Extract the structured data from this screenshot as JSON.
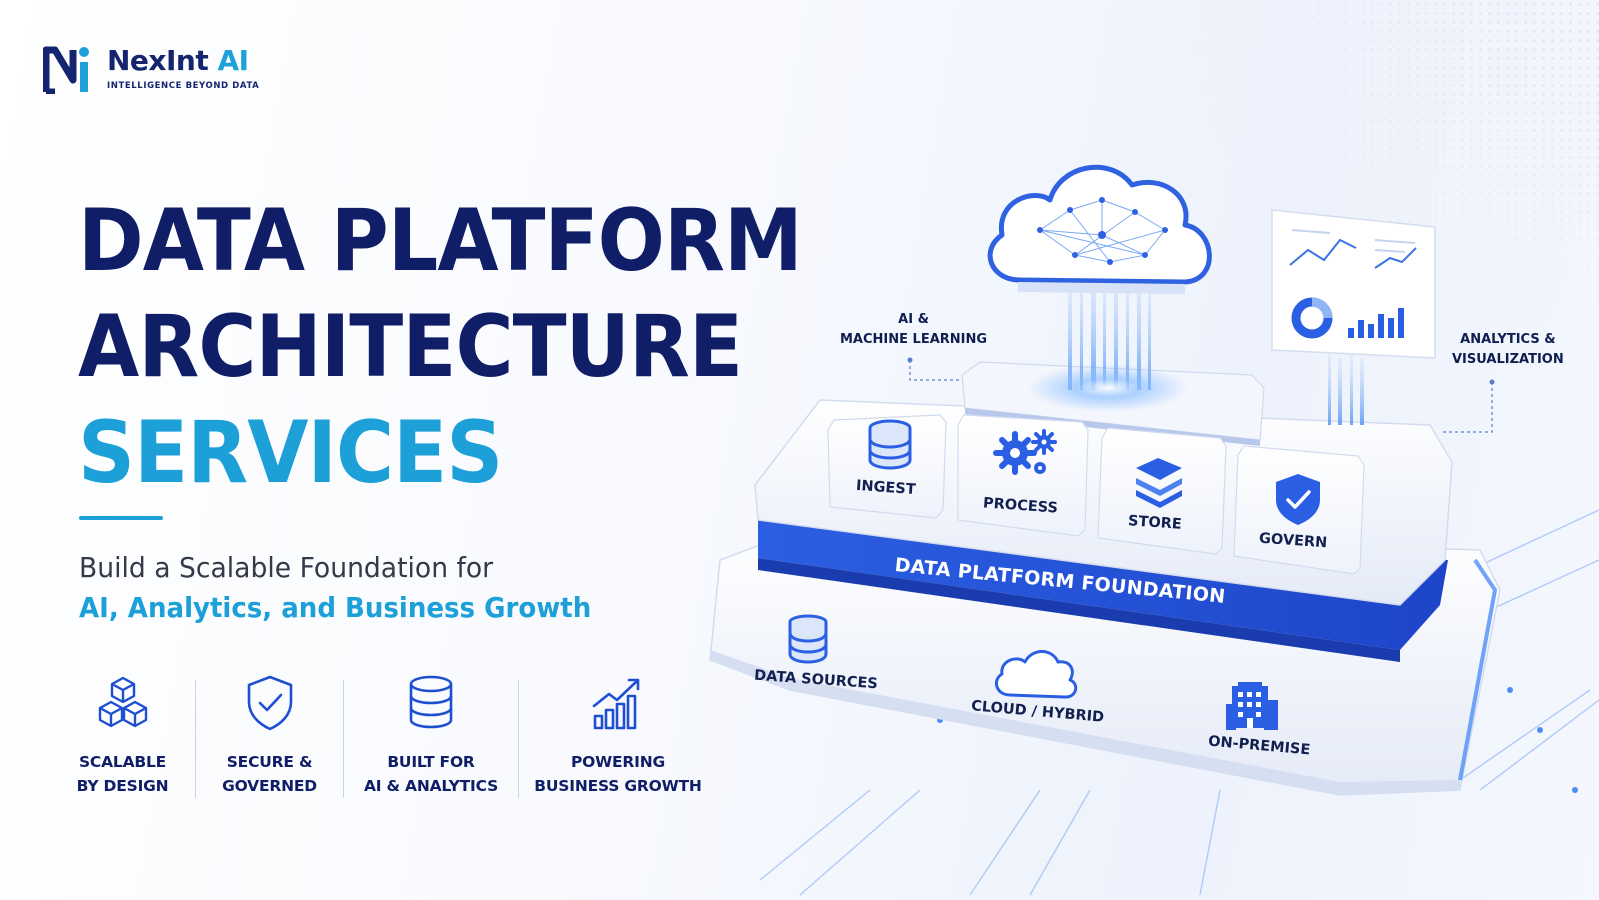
{
  "brand": {
    "name_part1": "NexInt",
    "name_part2": "AI",
    "tagline": "INTELLIGENCE BEYOND DATA",
    "colors": {
      "navy": "#0f1e66",
      "cyan": "#1d9fd7",
      "blue": "#2a5de0"
    }
  },
  "headline": {
    "line1": "DATA PLATFORM",
    "line2": "ARCHITECTURE",
    "line3": "SERVICES"
  },
  "subtitle": {
    "line1": "Build a Scalable Foundation for",
    "line2": "AI, Analytics, and Business Growth"
  },
  "features": [
    {
      "icon": "cubes-icon",
      "line1": "SCALABLE",
      "line2": "BY DESIGN"
    },
    {
      "icon": "shield-check-icon",
      "line1": "SECURE &",
      "line2": "GOVERNED"
    },
    {
      "icon": "database-icon",
      "line1": "BUILT FOR",
      "line2": "AI & ANALYTICS"
    },
    {
      "icon": "growth-chart-icon",
      "line1": "POWERING",
      "line2": "BUSINESS GROWTH"
    }
  ],
  "diagram": {
    "callouts": {
      "ai_line1": "AI &",
      "ai_line2": "MACHINE LEARNING",
      "analytics_line1": "ANALYTICS &",
      "analytics_line2": "VISUALIZATION"
    },
    "tiles": [
      {
        "icon": "database-icon",
        "label": "INGEST"
      },
      {
        "icon": "gears-icon",
        "label": "PROCESS"
      },
      {
        "icon": "layers-icon",
        "label": "STORE"
      },
      {
        "icon": "shield-check-icon",
        "label": "GOVERN"
      }
    ],
    "foundation_label": "DATA PLATFORM FOUNDATION",
    "base_items": [
      {
        "icon": "database-icon",
        "label": "DATA SOURCES"
      },
      {
        "icon": "cloud-icon",
        "label": "CLOUD / HYBRID"
      },
      {
        "icon": "building-icon",
        "label": "ON-PREMISE"
      }
    ]
  }
}
